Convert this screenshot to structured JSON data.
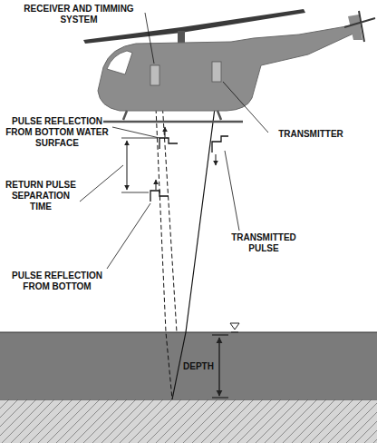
{
  "diagram": {
    "labels": [
      "RECEIVER AND TIMMING SYSTEM",
      "TRANSMITTER",
      "PULSE REFLECTION FROM BOTTOM WATER SURFACE",
      "TRANSMITTED PULSE",
      "RETURN PULSE SEPARATION TIME",
      "PULSE REFLECTION FROM BOTTOM",
      "DEPTH"
    ]
  }
}
